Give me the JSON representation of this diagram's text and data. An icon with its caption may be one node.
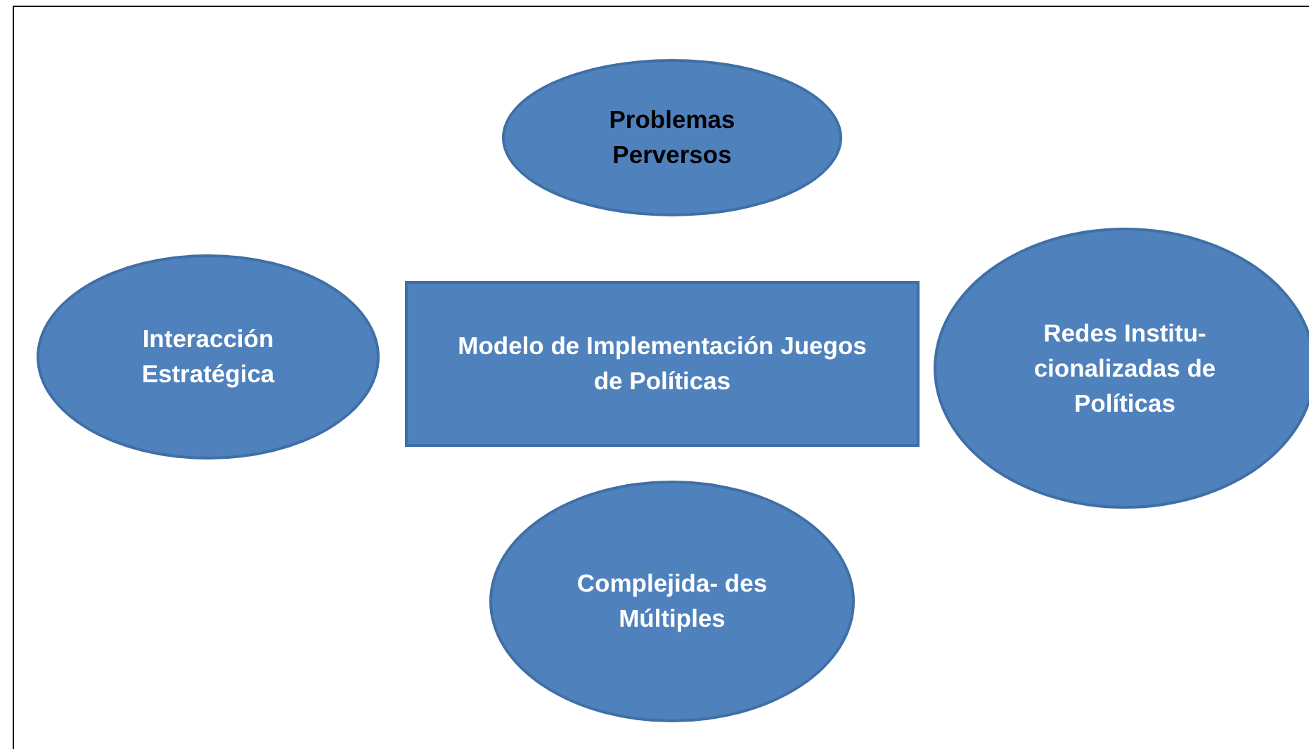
{
  "diagram": {
    "nodes": [
      {
        "text": [
          "Problemas Perversos"
        ]
      },
      {
        "text": [
          "Interacción Estratégica"
        ]
      },
      {
        "text": [
          "Modelo de Implementación Juegos de Políticas"
        ]
      },
      {
        "text": [
          "Redes Institu- cionalizadas de Políticas"
        ]
      },
      {
        "text": [
          "Complejida- des Múltiples"
        ]
      }
    ]
  }
}
